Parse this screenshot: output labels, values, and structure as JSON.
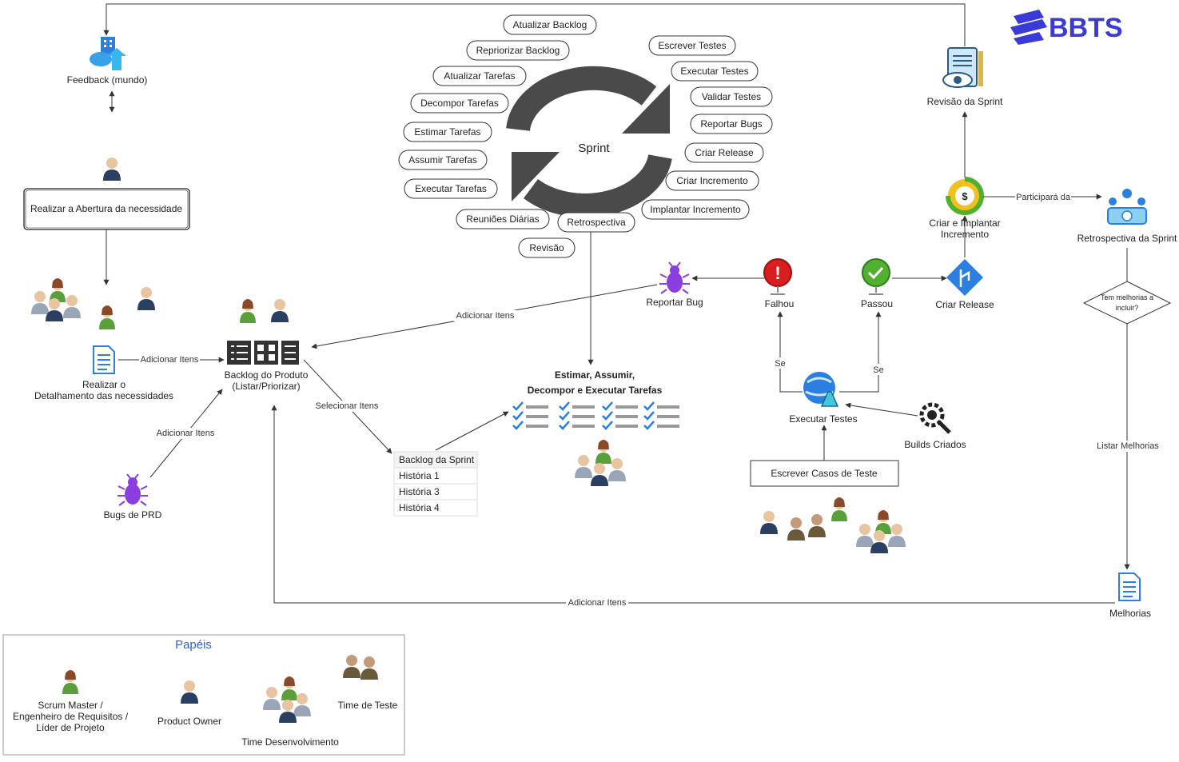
{
  "brand": {
    "logo_text": "BBTS",
    "color": "#3a3ad6"
  },
  "colors": {
    "bug": "#8a3ee0",
    "fail": "#d81e1e",
    "pass": "#52b030",
    "release": "#2a7fe0",
    "accent": "#2f5fd6"
  },
  "sprint": {
    "center": "Sprint",
    "left_items": [
      "Atualizar Backlog",
      "Repriorizar Backlog",
      "Atualizar Tarefas",
      "Decompor Tarefas",
      "Estimar Tarefas",
      "Assumir Tarefas",
      "Executar Tarefas",
      "Reuniões Diárias",
      "Revisão",
      "Retrospectiva"
    ],
    "right_items": [
      "Escrever Testes",
      "Executar Testes",
      "Validar Testes",
      "Reportar Bugs",
      "Criar Release",
      "Criar Incremento",
      "Implantar Incremento"
    ]
  },
  "nodes": {
    "feedback": "Feedback (mundo)",
    "abertura": "Realizar a Abertura da necessidade",
    "detalhamento": "Realizar o\nDetalhamento das necessidades",
    "backlog_produto": "Backlog do Produto\n(Listar/Priorizar)",
    "bugs_prd": "Bugs de PRD",
    "reportar_bug": "Reportar Bug",
    "falhou": "Falhou",
    "passou": "Passou",
    "criar_release": "Criar Release",
    "criar_implantar": "Criar e Implantar\nIncremento",
    "revisao_sprint": "Revisão da Sprint",
    "retro_sprint": "Retrospectiva da Sprint",
    "tem_melhorias": "Tem melhorias a\nincluir?",
    "melhorias": "Melhorias",
    "executar_testes": "Executar Testes",
    "builds": "Builds Criados",
    "escrever_casos": "Escrever Casos de Teste",
    "estimar": "Estimar, Assumir,\nDecompor e Executar Tarefas"
  },
  "edges": {
    "adicionar_itens": "Adicionar Itens",
    "selecionar_itens": "Selecionar Itens",
    "se": "Se",
    "participara": "Participará da",
    "listar_melhorias": "Listar Melhorias"
  },
  "sprint_backlog": {
    "header": "Backlog da Sprint",
    "rows": [
      "História 1",
      "História 3",
      "História 4"
    ]
  },
  "roles": {
    "title": "Papéis",
    "scrum_master": "Scrum Master /\nEngenheiro de Requisitos /\nLíder de Projeto",
    "product_owner": "Product Owner",
    "time_dev": "Time Desenvolvimento",
    "time_teste": "Time de Teste"
  }
}
